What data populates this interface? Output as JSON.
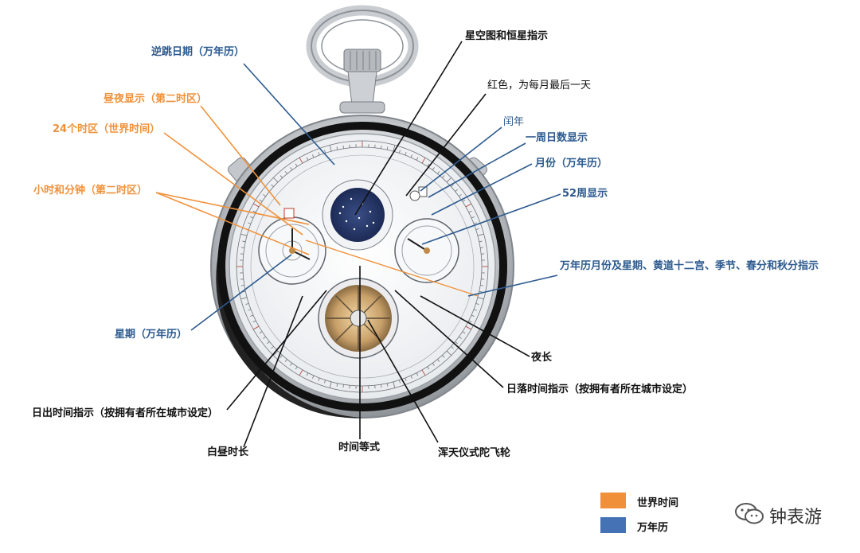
{
  "labels": {
    "retrograde_date": "逆跳日期（万年历）",
    "day_night": "昼夜显示（第二时区）",
    "tz24": "24个时区（世界时间）",
    "hours_minutes_tz2": "小时和分钟（第二时区）",
    "weekday": "星期（万年历）",
    "sunrise": "日出时间指示（按拥有者所在城市设定）",
    "daylength": "白昼时长",
    "equation_of_time": "时间等式",
    "armillary_tourbillon": "浑天仪式陀飞轮",
    "sunset": "日落时间指示（按拥有者所在城市设定）",
    "night_length": "夜长",
    "perpetual_month": "万年历月份及星期、黄道十二宫、季节、春分和秋分指示",
    "week52": "52周显示",
    "month": "月份（万年历）",
    "week_days": "一周日数显示",
    "leap_year": "闰年",
    "red_last_day": "红色，为每月最后一天",
    "sky_chart": "星空图和恒星指示"
  },
  "legend": [
    {
      "label": "世界时间",
      "color": "#f0913a"
    },
    {
      "label": "万年历",
      "color": "#4472b5"
    }
  ],
  "watermark": "钟表游",
  "colors": {
    "orange": "#f0913a",
    "blue": "#2c5a8f",
    "black": "#111111"
  }
}
